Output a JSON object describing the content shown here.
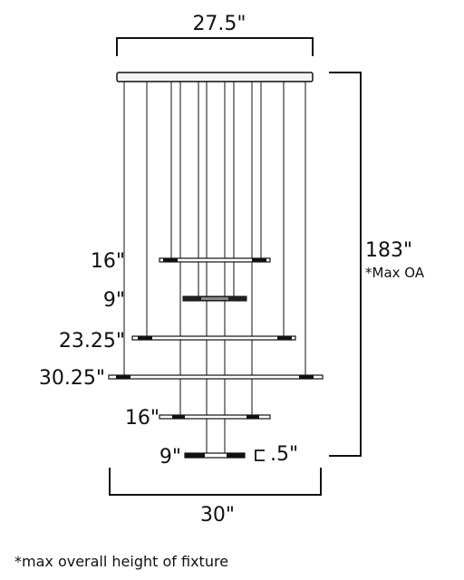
{
  "labels": {
    "top_width": "27.5\"",
    "bottom_width": "30\"",
    "height": "183\"",
    "height_note": "*Max OA",
    "tier_1": "16\"",
    "tier_2": "9\"",
    "tier_3": "23.25\"",
    "tier_4": "30.25\"",
    "tier_5": "16\"",
    "tier_6": "9\"",
    "thickness": ".5\""
  },
  "footnote": "*max overall height of fixture",
  "colors": {
    "line": "#111111",
    "canopy_fill": "#f4f4f4"
  }
}
